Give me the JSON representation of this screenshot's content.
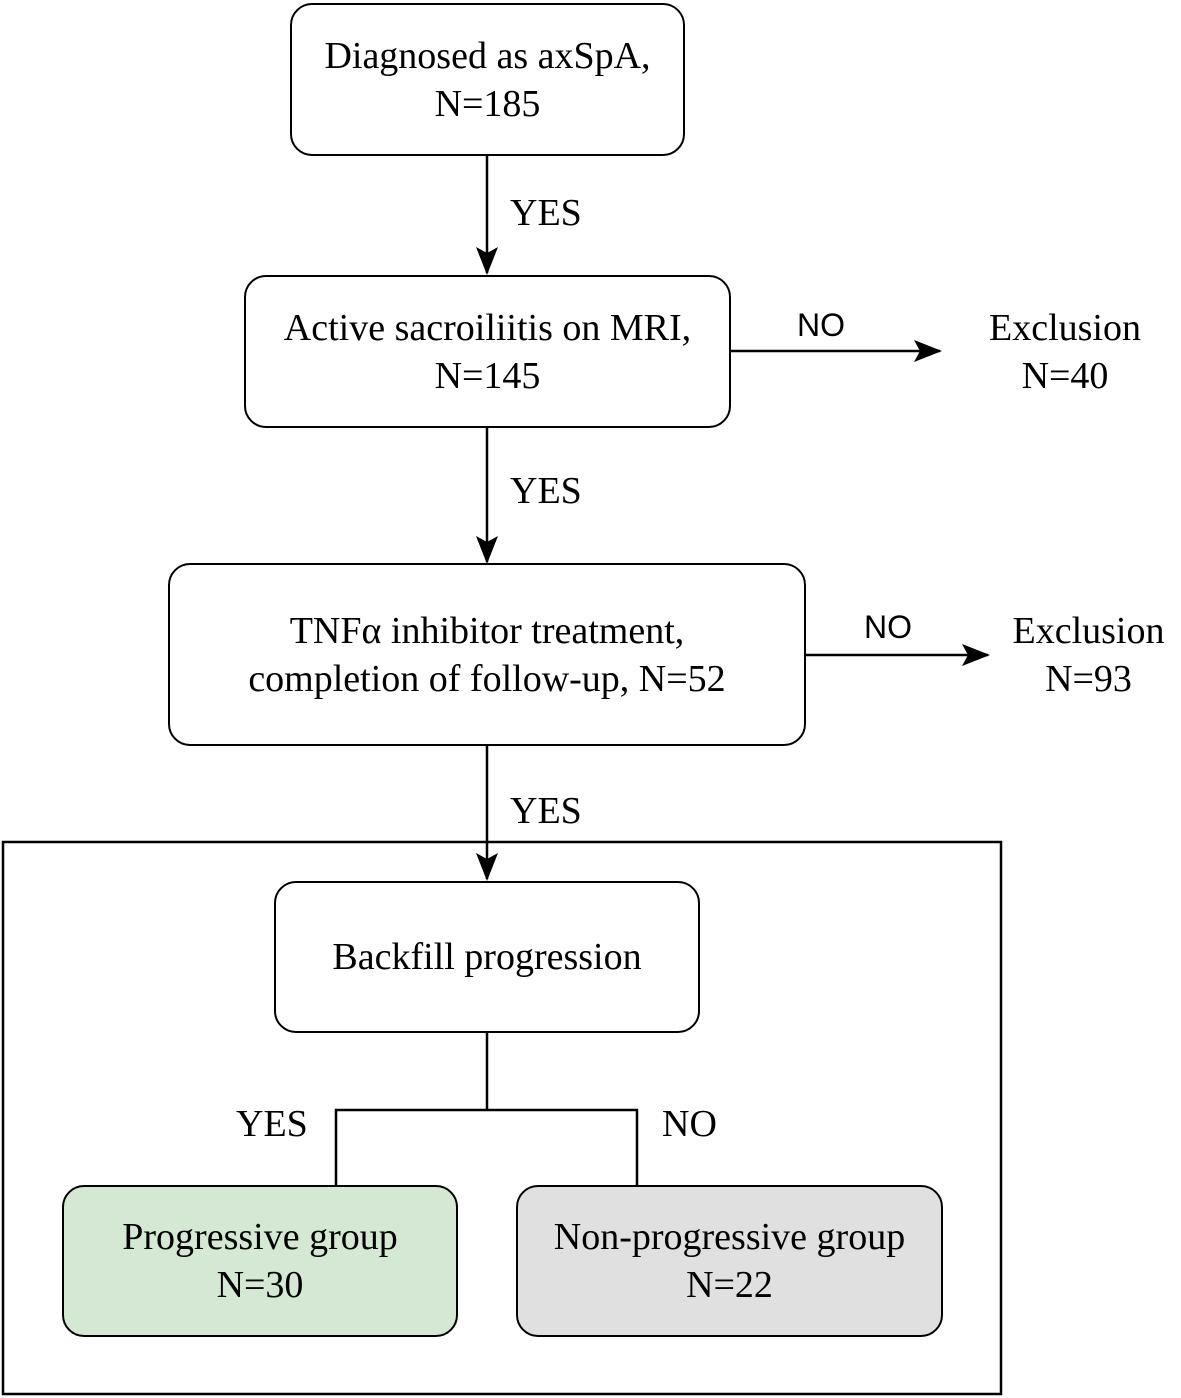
{
  "nodes": {
    "diagnosed": {
      "lines": [
        "Diagnosed as axSpA,",
        "N=185"
      ]
    },
    "sacroiliitis": {
      "lines": [
        "Active sacroiliitis on MRI,",
        "N=145"
      ]
    },
    "tnf": {
      "lines": [
        "TNFα inhibitor treatment,",
        "completion of follow-up, N=52"
      ]
    },
    "backfill": {
      "lines": [
        "Backfill progression"
      ]
    },
    "progressive": {
      "lines": [
        "Progressive group",
        "N=30"
      ],
      "fill": "#d5e8d4"
    },
    "nonprogressive": {
      "lines": [
        "Non-progressive group",
        "N=22"
      ],
      "fill": "#e0e0e0"
    },
    "exclusion1": {
      "lines": [
        "Exclusion",
        "N=40"
      ]
    },
    "exclusion2": {
      "lines": [
        "Exclusion",
        "N=93"
      ]
    }
  },
  "edges": {
    "yes1": "YES",
    "yes2": "YES",
    "yes3": "YES",
    "no1": "NO",
    "no2": "NO",
    "yes_left": "YES",
    "no_right": "NO"
  }
}
